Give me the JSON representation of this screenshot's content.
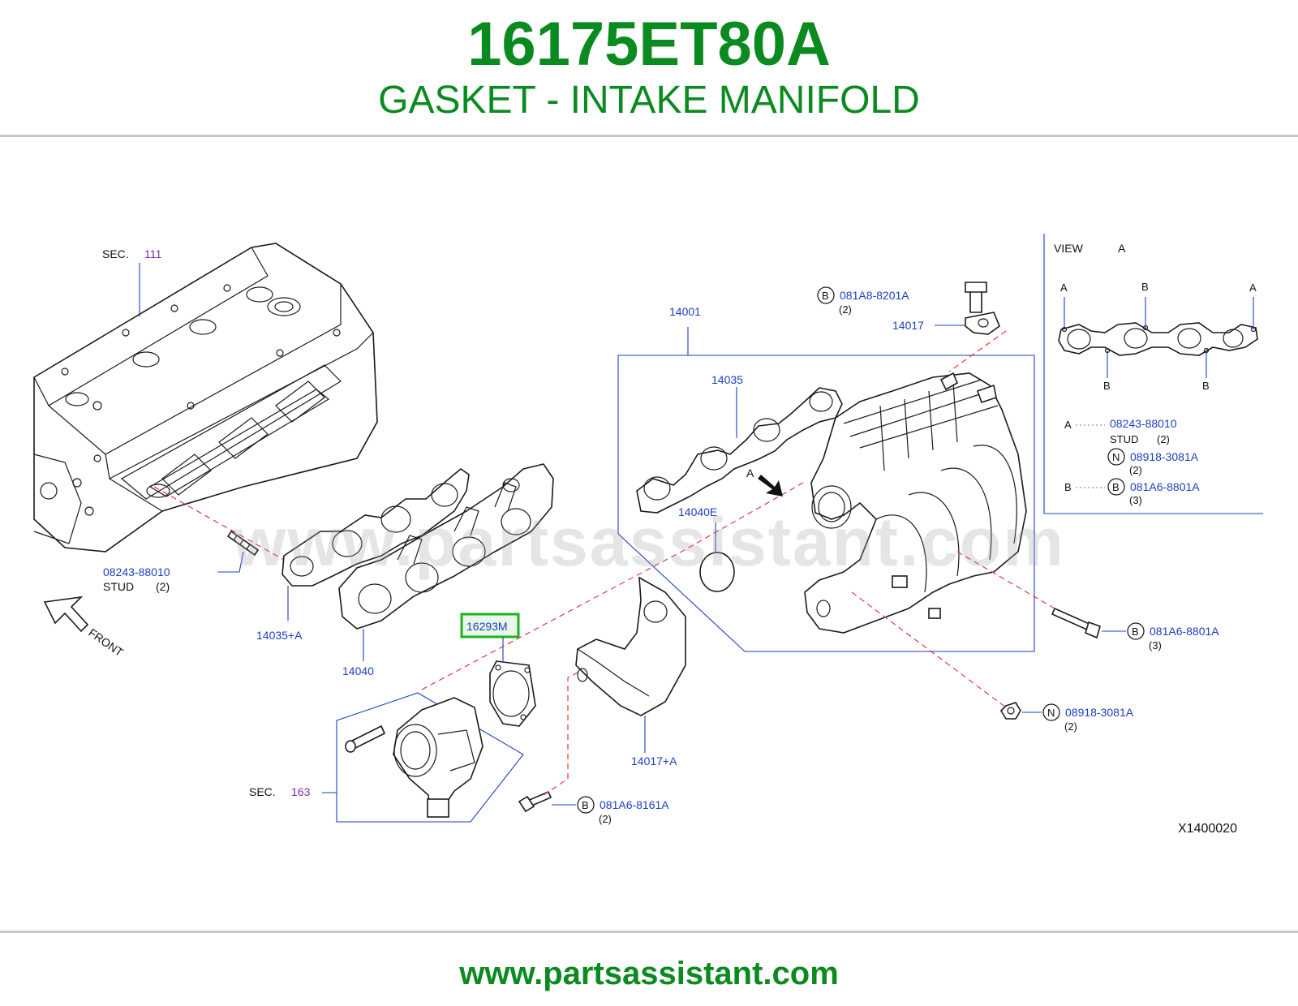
{
  "header": {
    "part_number": "16175ET80A",
    "part_name": "GASKET - INTAKE MANIFOLD"
  },
  "watermark": "www.partsassistant.com",
  "footer": {
    "website": "www.partsassistant.com"
  },
  "colors": {
    "accent_green": "#0a8a1f",
    "label_blue": "#1a3fbf",
    "section_purple": "#7b2fa8",
    "highlight_green": "#1db31d",
    "leader_red": "#e23a3a"
  },
  "diagram": {
    "code": "X1400020",
    "sec_111": {
      "prefix": "SEC.",
      "number": "111"
    },
    "sec_163": {
      "prefix": "SEC.",
      "number": "163"
    },
    "front_label": "FRONT",
    "view_a": {
      "title": "VIEW",
      "letter": "A",
      "marks": [
        "A",
        "B",
        "A",
        "B",
        "B"
      ]
    },
    "legend": [
      {
        "letter": "A",
        "part": "08243-88010",
        "desc": "STUD",
        "qty": "(2)"
      },
      {
        "letter": "N",
        "part": "08918-3081A",
        "qty": "(2)"
      },
      {
        "letter": "B",
        "part": "081A6-8801A",
        "qty": "(3)"
      }
    ],
    "callouts": {
      "stud_left": {
        "part": "08243-88010",
        "desc": "STUD",
        "qty": "(2)"
      },
      "c14035a": "14035+A",
      "c14040": "14040",
      "c16293m": "16293M",
      "c14001": "14001",
      "c14035": "14035",
      "c14040e": "14040E",
      "c14017": "14017",
      "c14017a": "14017+A",
      "a_marker": "A",
      "bolt_top": {
        "badge": "B",
        "part": "081A8-8201A",
        "qty": "(2)"
      },
      "bolt_right": {
        "badge": "B",
        "part": "081A6-8801A",
        "qty": "(3)"
      },
      "nut_right": {
        "badge": "N",
        "part": "08918-3081A",
        "qty": "(2)"
      },
      "bolt_bottom": {
        "badge": "B",
        "part": "081A6-8161A",
        "qty": "(2)"
      }
    }
  }
}
